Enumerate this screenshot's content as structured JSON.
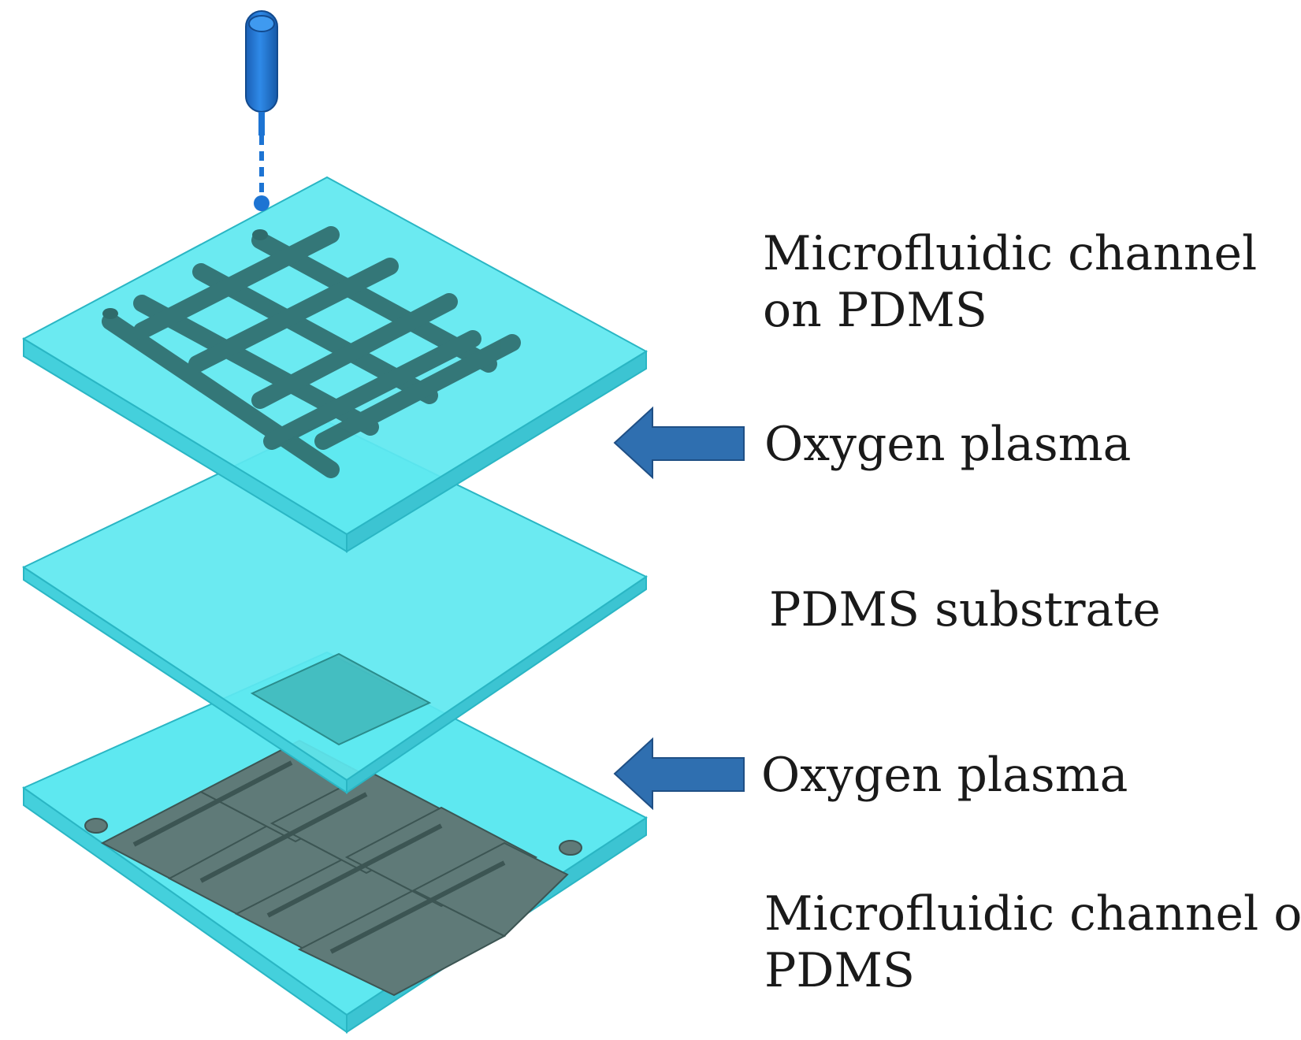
{
  "labels": {
    "top_layer": {
      "line1": "Microfluidic  channel",
      "line2": "on PDMS"
    },
    "plasma_top": "Oxygen plasma",
    "substrate": "PDMS substrate",
    "plasma_bottom": "Oxygen plasma",
    "bottom_layer": {
      "line1": "Microfluidic  channel on",
      "line2": "PDMS"
    }
  },
  "colors": {
    "pdms_fill": "#5ee8f0",
    "pdms_edge": "#2ab6c4",
    "channel_dark": "#2f6b6b",
    "electrode": "#5f7a78",
    "arrow": "#2f6fb0",
    "syringe": "#1d74d3"
  },
  "icons": {
    "syringe": "syringe-icon",
    "arrow": "left-arrow-icon"
  }
}
